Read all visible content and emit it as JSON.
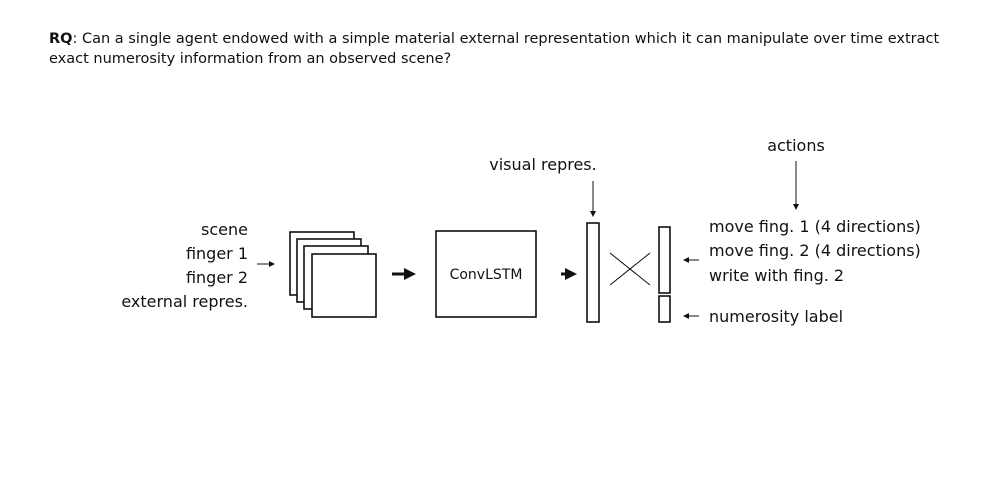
{
  "research_question": {
    "prefix": "RQ",
    "text": ": Can a single agent endowed with a simple material external representation which it can manipulate over time extract exact numerosity information from an observed scene?"
  },
  "diagram": {
    "inputs": [
      "scene",
      "finger 1",
      "finger 2",
      "external repres."
    ],
    "model_label": "ConvLSTM",
    "visual_repr_label": "visual repres.",
    "actions_label": "actions",
    "outputs": [
      "move fing. 1 (4 directions)",
      "move fing. 2 (4 directions)",
      "write with fing. 2"
    ],
    "numerosity_label": "numerosity label"
  }
}
